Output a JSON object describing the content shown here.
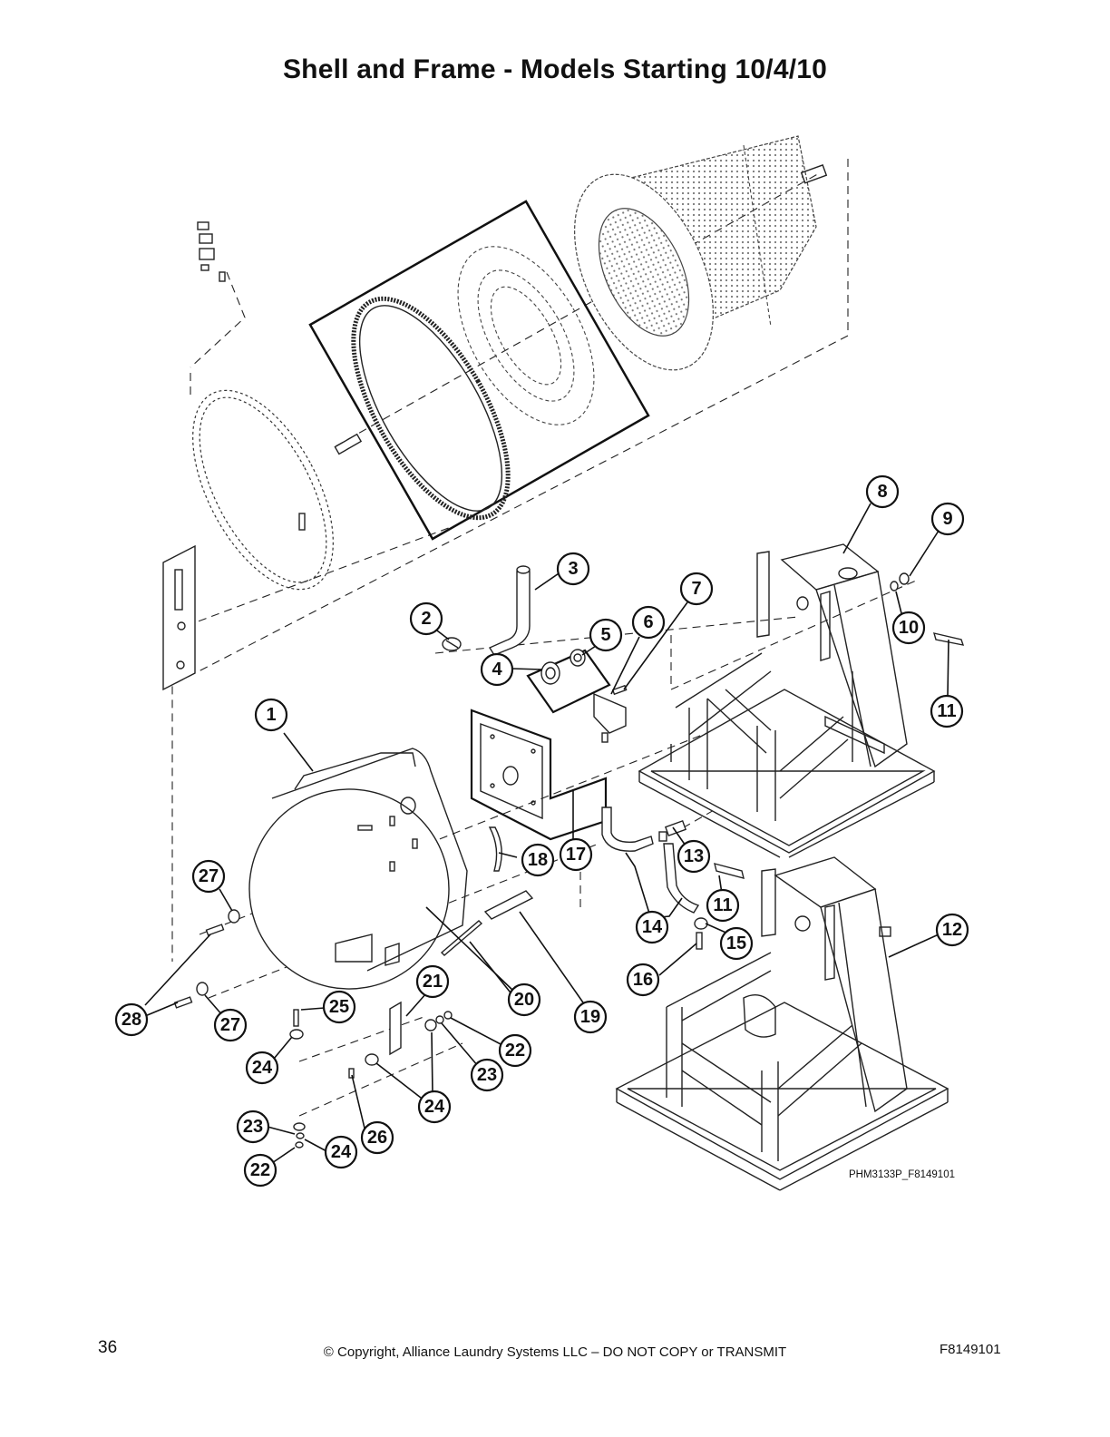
{
  "page": {
    "title": "Shell and Frame - Models Starting 10/4/10",
    "page_number": "36",
    "copyright": "© Copyright, Alliance Laundry Systems LLC – DO NOT COPY or TRANSMIT",
    "document_code": "F8149101"
  },
  "figure": {
    "drawing_code": "PHM3133P_F8149101",
    "callouts": [
      "1",
      "2",
      "3",
      "4",
      "5",
      "6",
      "7",
      "8",
      "9",
      "10",
      "11",
      "11",
      "12",
      "13",
      "14",
      "15",
      "16",
      "17",
      "18",
      "19",
      "20",
      "21",
      "22",
      "22",
      "23",
      "23",
      "24",
      "24",
      "24",
      "25",
      "26",
      "27",
      "27",
      "28"
    ]
  }
}
